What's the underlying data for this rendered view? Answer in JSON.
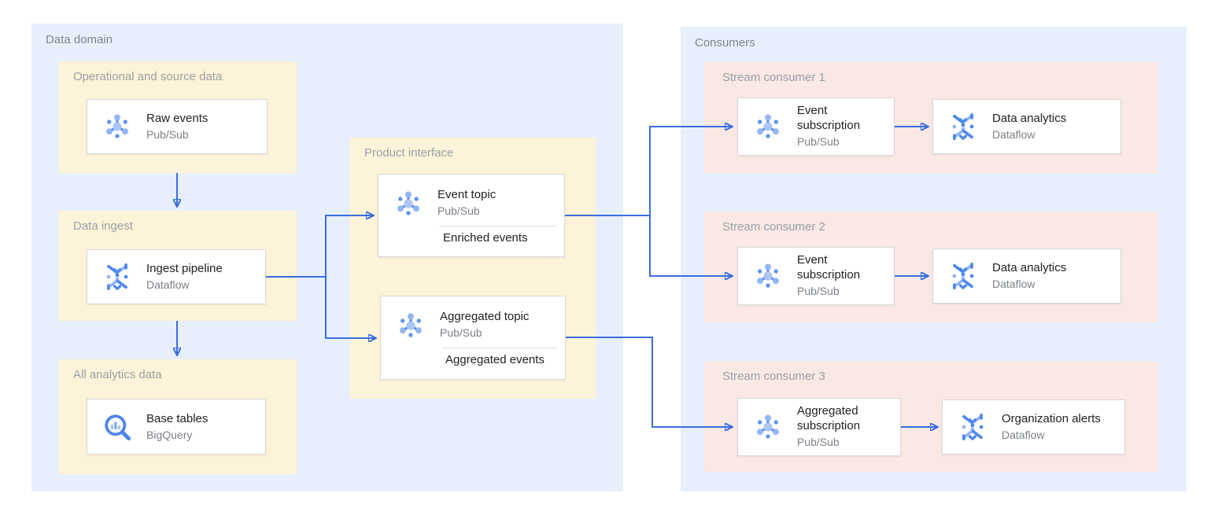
{
  "colors": {
    "container_fill": "#e7effc",
    "domain_group_fill": "#fdf3d8",
    "consumer_group_fill": "#f9e8e4",
    "arrow": "#3b6de0",
    "card_border": "#d8d8d8"
  },
  "icons": {
    "pubsub": "pubsub-icon",
    "dataflow": "dataflow-icon",
    "bigquery": "bigquery-icon"
  },
  "data_domain": {
    "label": "Data domain",
    "operational": {
      "label": "Operational and source data",
      "card": {
        "title": "Raw events",
        "product": "Pub/Sub"
      }
    },
    "ingest": {
      "label": "Data ingest",
      "card": {
        "title": "Ingest pipeline",
        "product": "Dataflow"
      }
    },
    "analytics": {
      "label": "All analytics data",
      "card": {
        "title": "Base tables",
        "product": "BigQuery"
      }
    },
    "product_interface": {
      "label": "Product interface",
      "event_topic": {
        "title": "Event topic",
        "product": "Pub/Sub",
        "note": "Enriched events"
      },
      "aggregated_topic": {
        "title": "Aggregated topic",
        "product": "Pub/Sub",
        "note": "Aggregated events"
      }
    }
  },
  "consumers": {
    "label": "Consumers",
    "stream1": {
      "label": "Stream consumer 1",
      "source": {
        "title": "Event subscription",
        "product": "Pub/Sub"
      },
      "sink": {
        "title": "Data analytics",
        "product": "Dataflow"
      }
    },
    "stream2": {
      "label": "Stream consumer 2",
      "source": {
        "title": "Event subscription",
        "product": "Pub/Sub"
      },
      "sink": {
        "title": "Data analytics",
        "product": "Dataflow"
      }
    },
    "stream3": {
      "label": "Stream consumer 3",
      "source": {
        "title": "Aggregated subscription",
        "product": "Pub/Sub"
      },
      "sink": {
        "title": "Organization alerts",
        "product": "Dataflow"
      }
    }
  }
}
